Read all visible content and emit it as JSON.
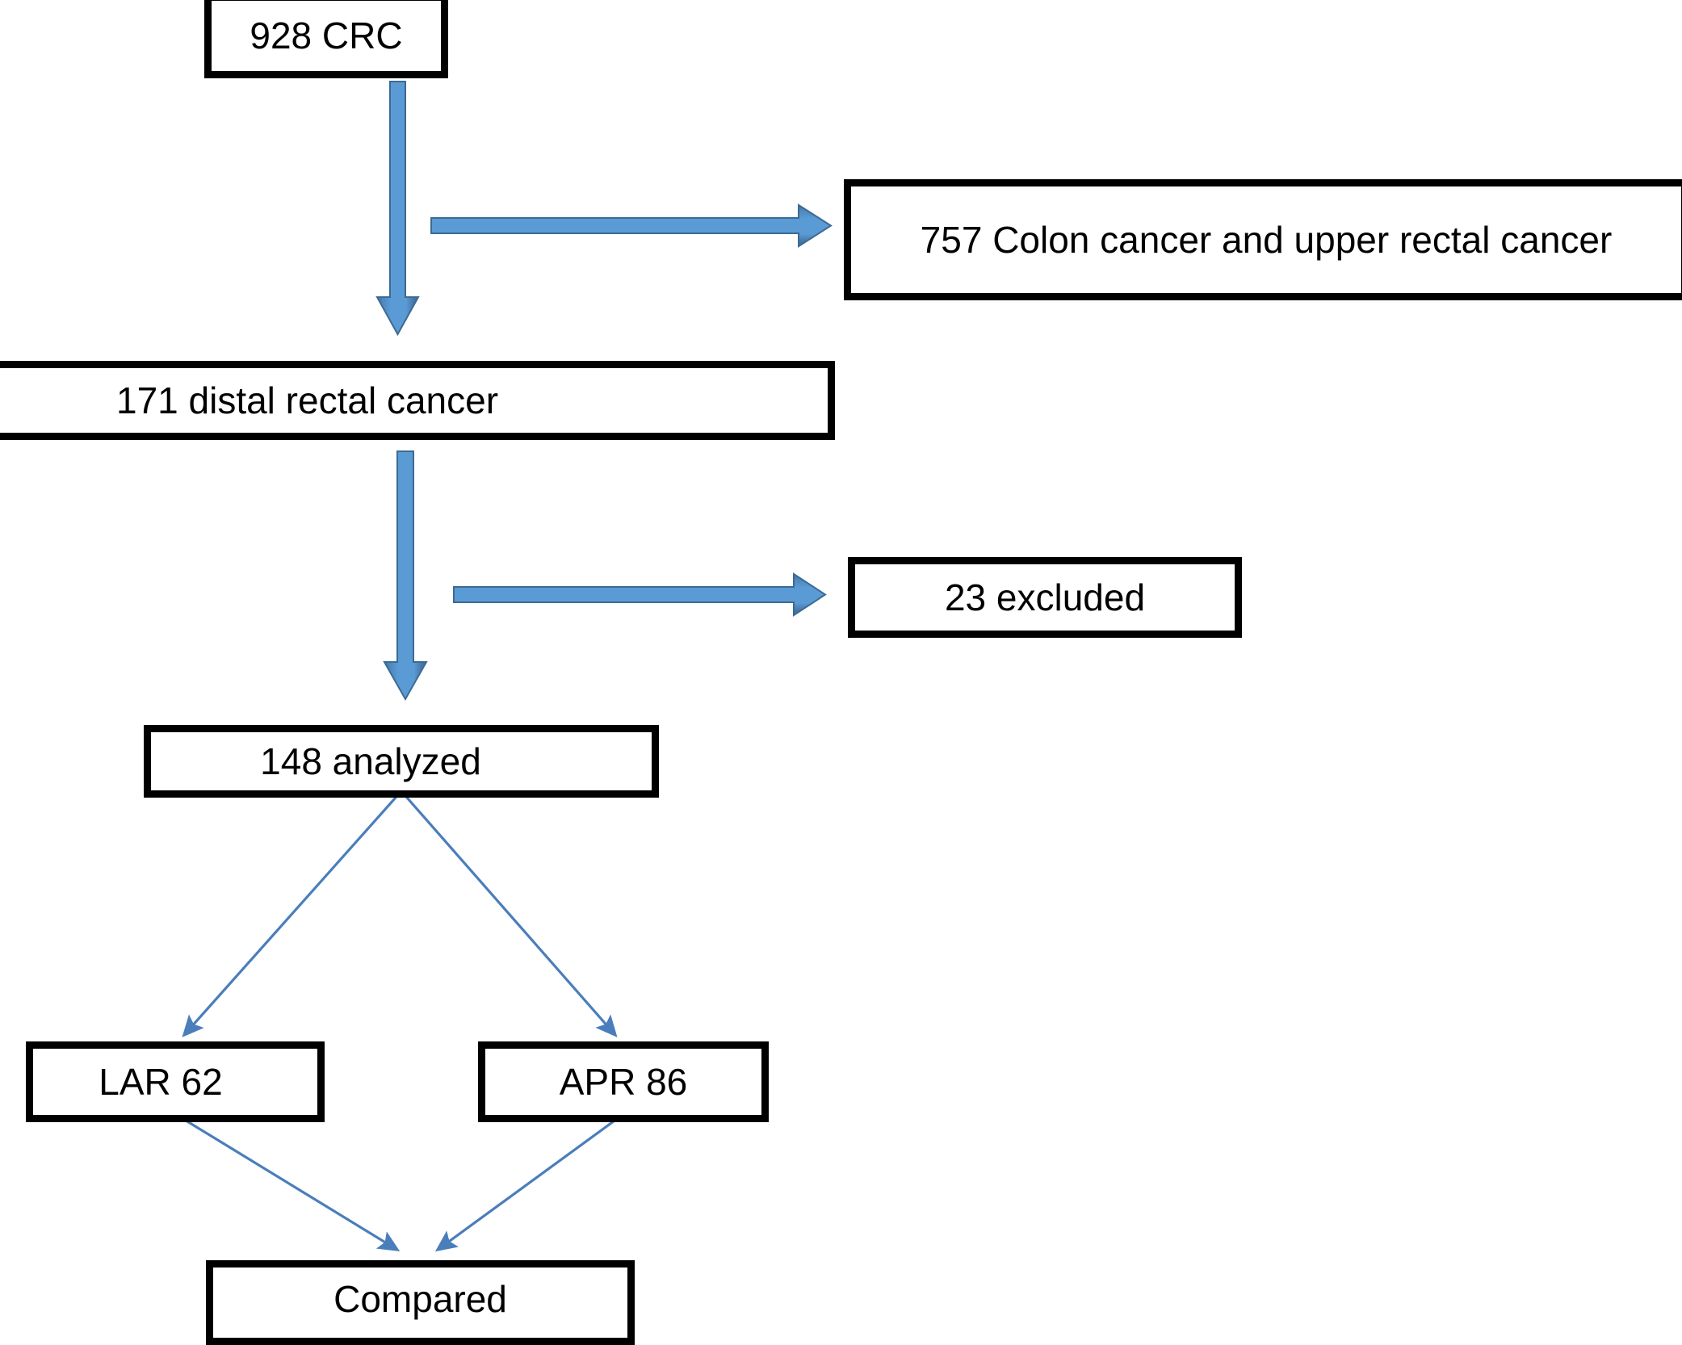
{
  "diagram": {
    "title": "Colorectal cancer patient selection flowchart",
    "background_color": "#ffffff",
    "box_border_color": "#000000",
    "arrow_fill_color": "#5B9BD5",
    "arrow_edge_color": "#41719C",
    "thin_arrow_color": "#4A7EBB",
    "nodes": {
      "crc": {
        "label": "928 CRC"
      },
      "colon": {
        "label": "757 Colon cancer and upper rectal cancer"
      },
      "distal": {
        "label": "171 distal rectal cancer"
      },
      "excluded": {
        "label": "23 excluded"
      },
      "analyzed": {
        "label": "148 analyzed"
      },
      "lar": {
        "label": "LAR 62"
      },
      "apr": {
        "label": "APR 86"
      },
      "compared": {
        "label": "Compared"
      }
    },
    "edges": [
      {
        "name": "crc-to-distal",
        "from": "crc",
        "to": "distal",
        "style": "thick-down"
      },
      {
        "name": "crc-to-colon",
        "from": "crc",
        "to": "colon",
        "style": "thick-right"
      },
      {
        "name": "distal-to-analyzed",
        "from": "distal",
        "to": "analyzed",
        "style": "thick-down"
      },
      {
        "name": "distal-to-excluded",
        "from": "distal",
        "to": "excluded",
        "style": "thick-right"
      },
      {
        "name": "analyzed-to-lar",
        "from": "analyzed",
        "to": "lar",
        "style": "thin-diagonal"
      },
      {
        "name": "analyzed-to-apr",
        "from": "analyzed",
        "to": "apr",
        "style": "thin-diagonal"
      },
      {
        "name": "lar-to-compared",
        "from": "lar",
        "to": "compared",
        "style": "thin-diagonal"
      },
      {
        "name": "apr-to-compared",
        "from": "apr",
        "to": "compared",
        "style": "thin-diagonal"
      }
    ]
  },
  "chart_data": {
    "type": "diagram",
    "title": "CRC study flow diagram",
    "flow": [
      {
        "step": "total",
        "label": "928 CRC",
        "count": 928
      },
      {
        "step": "excluded-colon",
        "label": "757 Colon cancer and upper rectal cancer",
        "count": 757
      },
      {
        "step": "eligible",
        "label": "171 distal rectal cancer",
        "count": 171
      },
      {
        "step": "excluded",
        "label": "23 excluded",
        "count": 23
      },
      {
        "step": "analyzed",
        "label": "148 analyzed",
        "count": 148
      },
      {
        "step": "group-lar",
        "label": "LAR 62",
        "count": 62
      },
      {
        "step": "group-apr",
        "label": "APR 86",
        "count": 86
      },
      {
        "step": "outcome",
        "label": "Compared",
        "count": null
      }
    ]
  }
}
